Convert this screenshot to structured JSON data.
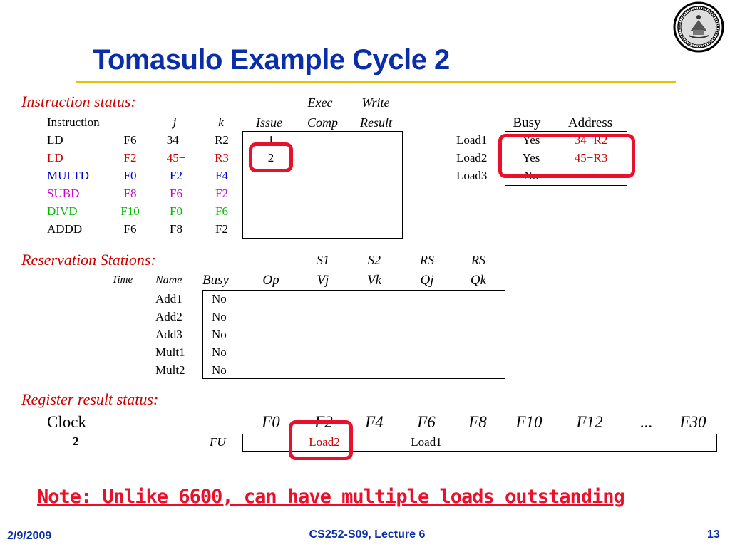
{
  "title": "Tomasulo Example Cycle 2",
  "sections": {
    "instruction_status": "Instruction status:",
    "reservation_stations": "Reservation Stations:",
    "register_result_status": "Register result status:"
  },
  "instruction_table": {
    "header_top": {
      "exec": "Exec",
      "write": "Write"
    },
    "headers": {
      "instruction": "Instruction",
      "j": "j",
      "k": "k",
      "issue": "Issue",
      "comp": "Comp",
      "result": "Result"
    },
    "rows": [
      {
        "op": "LD",
        "j": "F6",
        "k": "34+",
        "reg": "R2",
        "issue": "1"
      },
      {
        "op": "LD",
        "j": "F2",
        "k": "45+",
        "reg": "R3",
        "issue": "2"
      },
      {
        "op": "MULTD",
        "j": "F0",
        "k": "F2",
        "reg": "F4",
        "issue": ""
      },
      {
        "op": "SUBD",
        "j": "F8",
        "k": "F6",
        "reg": "F2",
        "issue": ""
      },
      {
        "op": "DIVD",
        "j": "F10",
        "k": "F0",
        "reg": "F6",
        "issue": ""
      },
      {
        "op": "ADDD",
        "j": "F6",
        "k": "F8",
        "reg": "F2",
        "issue": ""
      }
    ]
  },
  "load_buffers": {
    "headers": {
      "busy": "Busy",
      "address": "Address"
    },
    "rows": [
      {
        "name": "Load1",
        "busy": "Yes",
        "address": "34+R2"
      },
      {
        "name": "Load2",
        "busy": "Yes",
        "address": "45+R3"
      },
      {
        "name": "Load3",
        "busy": "No",
        "address": ""
      }
    ]
  },
  "reservation_table": {
    "header_top": {
      "s1": "S1",
      "s2": "S2",
      "rs1": "RS",
      "rs2": "RS"
    },
    "headers": {
      "time": "Time",
      "name": "Name",
      "busy": "Busy",
      "op": "Op",
      "vj": "Vj",
      "vk": "Vk",
      "qj": "Qj",
      "qk": "Qk"
    },
    "rows": [
      {
        "name": "Add1",
        "busy": "No"
      },
      {
        "name": "Add2",
        "busy": "No"
      },
      {
        "name": "Add3",
        "busy": "No"
      },
      {
        "name": "Mult1",
        "busy": "No"
      },
      {
        "name": "Mult2",
        "busy": "No"
      }
    ]
  },
  "register_status": {
    "clock_label": "Clock",
    "clock_value": "2",
    "fu_label": "FU",
    "registers": [
      "F0",
      "F2",
      "F4",
      "F6",
      "F8",
      "F10",
      "F12",
      "...",
      "F30"
    ],
    "fu_values": [
      "",
      "Load2",
      "",
      "Load1",
      "",
      "",
      "",
      "",
      ""
    ]
  },
  "note": "Note: Unlike 6600, can have multiple loads outstanding",
  "footer": {
    "date": "2/9/2009",
    "course": "CS252-S09, Lecture 6",
    "page": "13"
  },
  "colors": {
    "title": "#0a2ea8",
    "section": "#cc0000",
    "highlight": "#e8102a",
    "rule": "#e8c200"
  }
}
